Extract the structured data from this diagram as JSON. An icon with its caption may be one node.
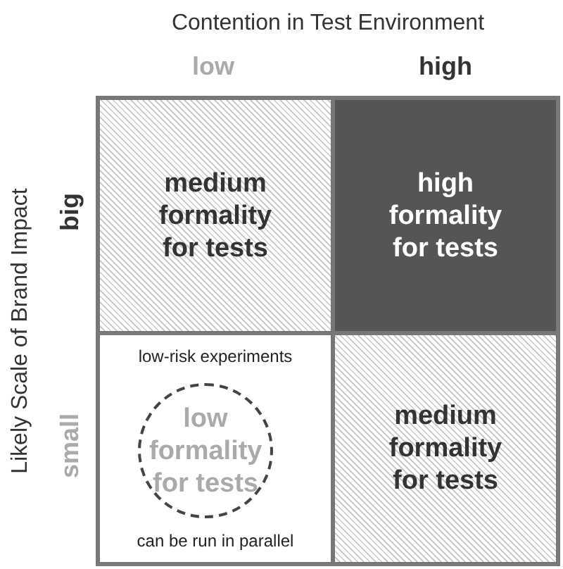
{
  "diagram": {
    "nodes": [
      {
        "text": [
          "medium formality for tests"
        ]
      },
      {
        "text": [
          "high formality for tests"
        ]
      },
      {
        "text": [
          "low-risk experiments",
          "can be run in parallel"
        ]
      },
      {
        "text": [
          "low formality for tests"
        ],
        "in": 2
      },
      {
        "text": [
          "medium formality for tests"
        ]
      }
    ],
    "labels": [
      "Contention in Test Environment",
      "low",
      "high",
      "Likely Scale of Brand Impact",
      "big",
      "small"
    ]
  }
}
